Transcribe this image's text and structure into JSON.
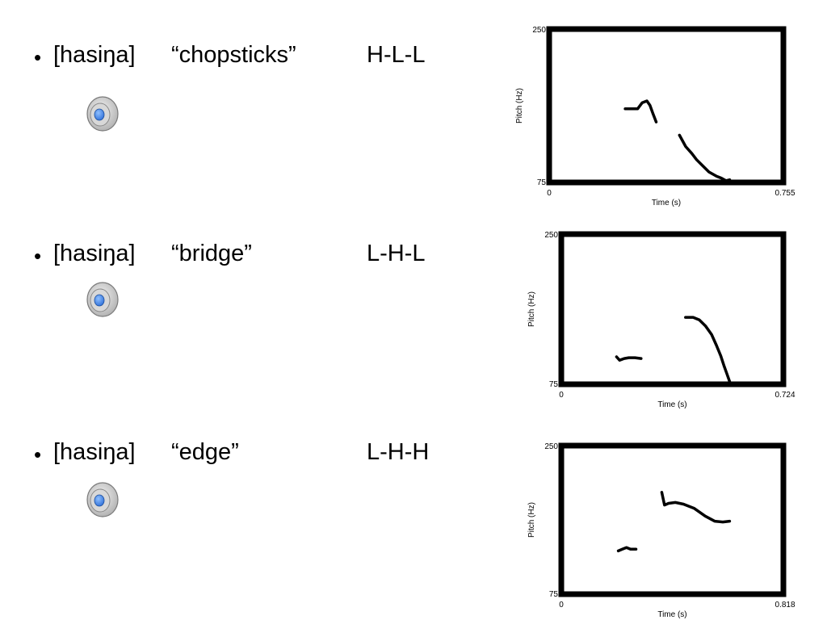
{
  "items": [
    {
      "bullet": "•",
      "ipa": "[hasiŋa]",
      "gloss": "“chopsticks”",
      "tone": "H-L-L"
    },
    {
      "bullet": "•",
      "ipa": "[hasiŋa]",
      "gloss": "“bridge”",
      "tone": "L-H-L"
    },
    {
      "bullet": "•",
      "ipa": "[hasiŋa]",
      "gloss": "“edge”",
      "tone": "L-H-H"
    }
  ],
  "icons": {
    "speaker": "speaker-icon"
  },
  "colors": {
    "speaker_blue": "#2f6fd8",
    "speaker_gray": "#a9a9a9",
    "plot_line": "#000000"
  },
  "chart_data": [
    {
      "type": "line",
      "xlabel": "Time (s)",
      "ylabel": "Pitch (Hz)",
      "xlim": [
        0,
        0.755
      ],
      "ylim": [
        75,
        250
      ],
      "xticks": [
        "0",
        "0.755"
      ],
      "yticks": [
        "75",
        "250"
      ],
      "series": [
        {
          "points": [
            [
              0.245,
              159
            ],
            [
              0.285,
              159
            ],
            [
              0.3,
              166
            ],
            [
              0.315,
              168
            ],
            [
              0.325,
              163
            ],
            [
              0.335,
              153
            ],
            [
              0.345,
              144
            ]
          ]
        },
        {
          "points": [
            [
              0.42,
              129
            ],
            [
              0.44,
              116
            ],
            [
              0.46,
              108
            ],
            [
              0.475,
              101
            ],
            [
              0.495,
              94
            ],
            [
              0.515,
              87
            ],
            [
              0.54,
              82
            ],
            [
              0.555,
              80
            ],
            [
              0.57,
              77
            ],
            [
              0.582,
              78
            ]
          ]
        }
      ]
    },
    {
      "type": "line",
      "xlabel": "Time (s)",
      "ylabel": "Pitch (Hz)",
      "xlim": [
        0,
        0.724
      ],
      "ylim": [
        75,
        250
      ],
      "yticks": [
        "75",
        "250"
      ],
      "xticks": [
        "0",
        "0.724"
      ],
      "series": [
        {
          "points": [
            [
              0.18,
              107
            ],
            [
              0.19,
              103
            ],
            [
              0.205,
              105
            ],
            [
              0.22,
              106
            ],
            [
              0.24,
              106
            ],
            [
              0.26,
              105
            ]
          ]
        },
        {
          "points": [
            [
              0.405,
              153
            ],
            [
              0.43,
              153
            ],
            [
              0.45,
              150
            ],
            [
              0.47,
              143
            ],
            [
              0.49,
              133
            ],
            [
              0.505,
              121
            ],
            [
              0.52,
              108
            ],
            [
              0.53,
              97
            ],
            [
              0.54,
              87
            ],
            [
              0.55,
              77
            ]
          ]
        }
      ]
    },
    {
      "type": "line",
      "xlabel": "Time (s)",
      "ylabel": "Pitch (Hz)",
      "xlim": [
        0,
        0.818
      ],
      "ylim": [
        75,
        250
      ],
      "yticks": [
        "75",
        "250"
      ],
      "xticks": [
        "0",
        "0.818"
      ],
      "series": [
        {
          "points": [
            [
              0.21,
              126
            ],
            [
              0.225,
              128
            ],
            [
              0.24,
              130
            ],
            [
              0.255,
              128
            ],
            [
              0.275,
              128
            ]
          ]
        },
        {
          "points": [
            [
              0.37,
              195
            ],
            [
              0.38,
              180
            ],
            [
              0.395,
              182
            ],
            [
              0.42,
              183
            ],
            [
              0.45,
              181
            ],
            [
              0.49,
              176
            ],
            [
              0.53,
              167
            ],
            [
              0.565,
              161
            ],
            [
              0.595,
              160
            ],
            [
              0.62,
              161
            ]
          ]
        }
      ]
    }
  ]
}
